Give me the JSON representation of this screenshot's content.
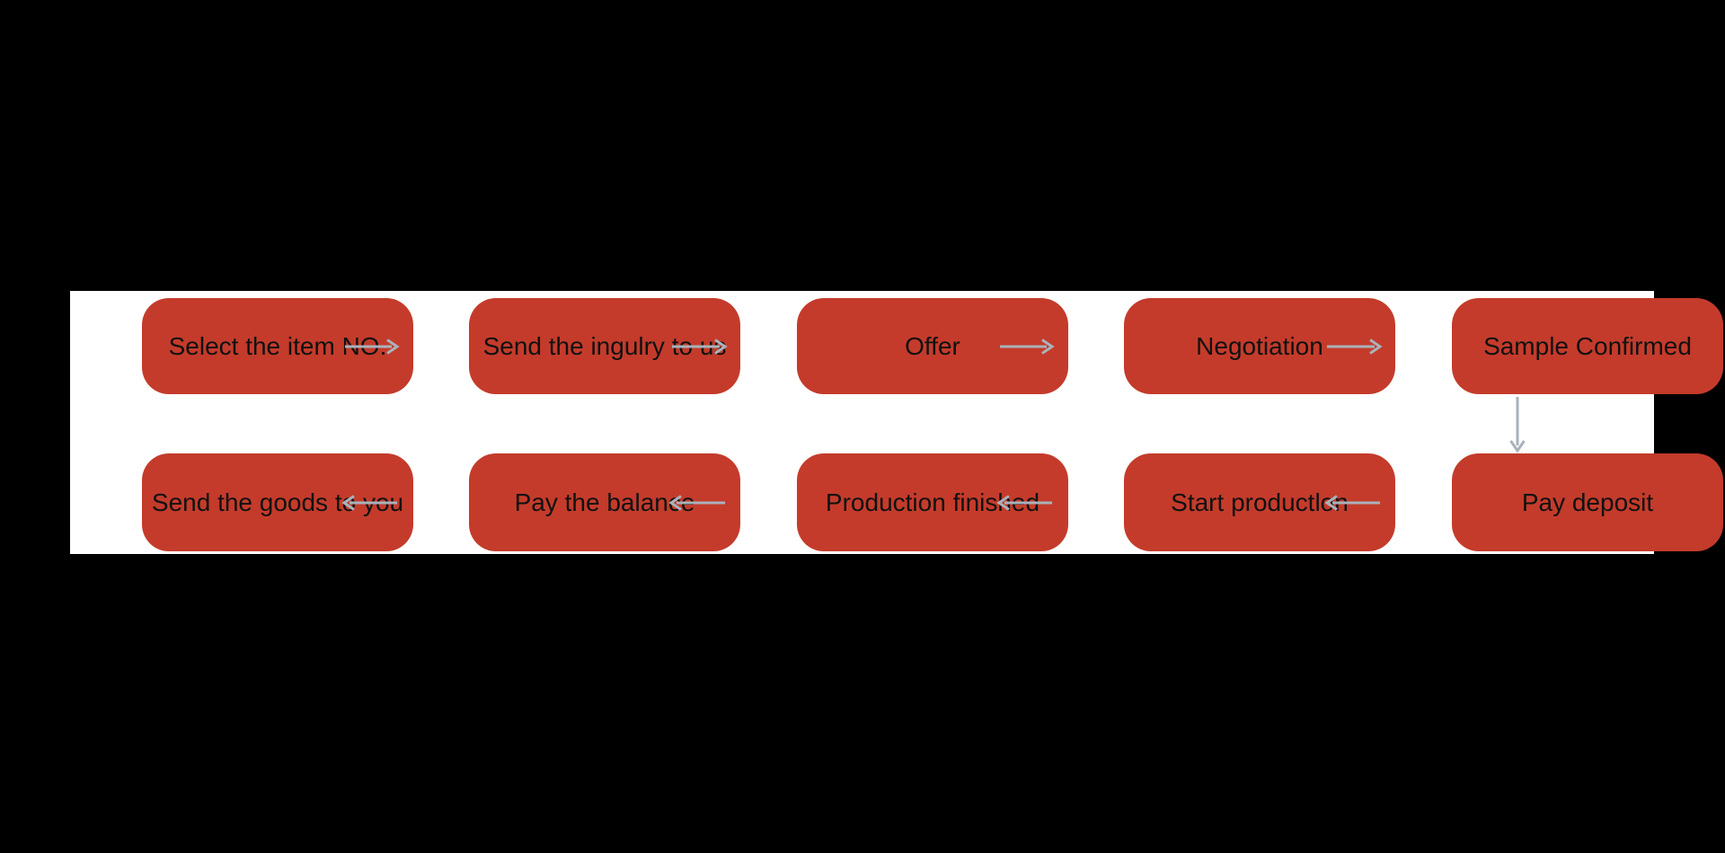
{
  "diagram": {
    "type": "flowchart",
    "rows": 2,
    "columns": 5
  },
  "colors": {
    "background": "#000000",
    "panel": "#ffffff",
    "node_fill": "#c43b2b",
    "node_text": "#111111",
    "arrow": "#a9b2ba"
  },
  "nodes": [
    {
      "id": "select-item-no",
      "label": "Select the item NO.",
      "row": 1,
      "col": 1
    },
    {
      "id": "send-inquiry",
      "label": "Send the ingulry to us",
      "row": 1,
      "col": 2
    },
    {
      "id": "offer",
      "label": "Offer",
      "row": 1,
      "col": 3
    },
    {
      "id": "negotiation",
      "label": "Negotiation",
      "row": 1,
      "col": 4
    },
    {
      "id": "sample-confirmed",
      "label": "Sample Confirmed",
      "row": 1,
      "col": 5
    },
    {
      "id": "pay-deposit",
      "label": "Pay deposit",
      "row": 2,
      "col": 5
    },
    {
      "id": "start-production",
      "label": "Start productlon",
      "row": 2,
      "col": 4
    },
    {
      "id": "production-finished",
      "label": "Production finished",
      "row": 2,
      "col": 3
    },
    {
      "id": "pay-balance",
      "label": "Pay the balance",
      "row": 2,
      "col": 2
    },
    {
      "id": "send-goods",
      "label": "Send the goods to you",
      "row": 2,
      "col": 1
    }
  ],
  "edges": [
    {
      "from": "select-item-no",
      "to": "send-inquiry",
      "direction": "right"
    },
    {
      "from": "send-inquiry",
      "to": "offer",
      "direction": "right"
    },
    {
      "from": "offer",
      "to": "negotiation",
      "direction": "right"
    },
    {
      "from": "negotiation",
      "to": "sample-confirmed",
      "direction": "right"
    },
    {
      "from": "sample-confirmed",
      "to": "pay-deposit",
      "direction": "down"
    },
    {
      "from": "pay-deposit",
      "to": "start-production",
      "direction": "left"
    },
    {
      "from": "start-production",
      "to": "production-finished",
      "direction": "left"
    },
    {
      "from": "production-finished",
      "to": "pay-balance",
      "direction": "left"
    },
    {
      "from": "pay-balance",
      "to": "send-goods",
      "direction": "left"
    }
  ]
}
